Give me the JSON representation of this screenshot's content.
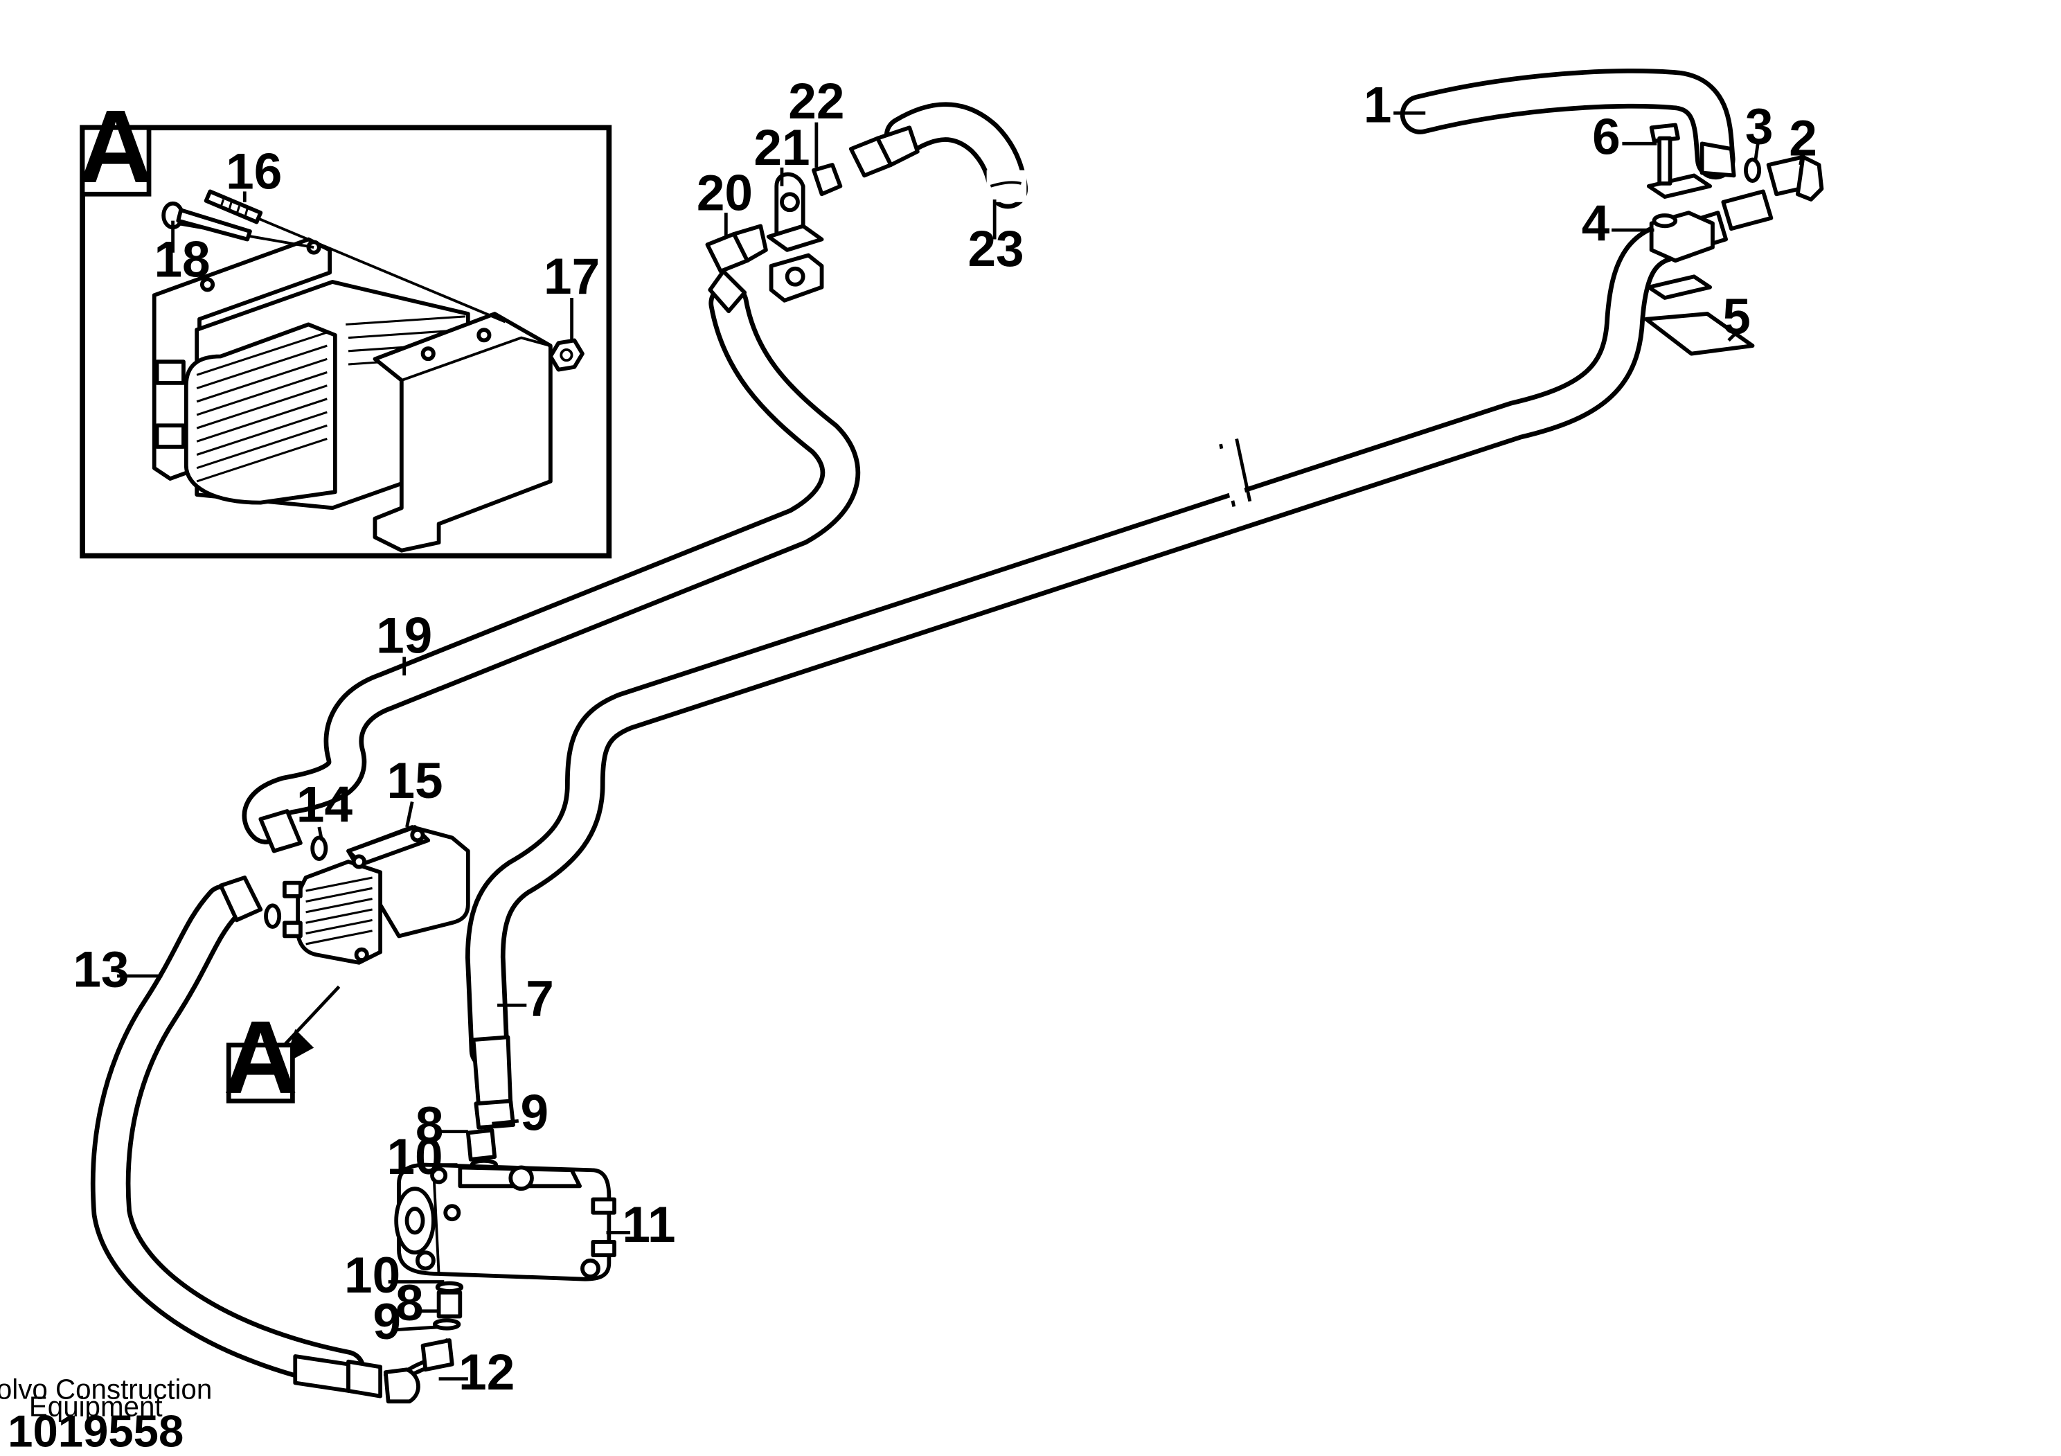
{
  "detail_box": {
    "label": "A"
  },
  "view_callout": {
    "label": "A"
  },
  "callouts": [
    {
      "id": "c1",
      "text": "1"
    },
    {
      "id": "c2",
      "text": "2"
    },
    {
      "id": "c3",
      "text": "3"
    },
    {
      "id": "c4",
      "text": "4"
    },
    {
      "id": "c5",
      "text": "5"
    },
    {
      "id": "c6",
      "text": "6"
    },
    {
      "id": "c7",
      "text": "7"
    },
    {
      "id": "c8a",
      "text": "8"
    },
    {
      "id": "c8b",
      "text": "8"
    },
    {
      "id": "c9a",
      "text": "9"
    },
    {
      "id": "c9b",
      "text": "9"
    },
    {
      "id": "c10a",
      "text": "10"
    },
    {
      "id": "c10b",
      "text": "10"
    },
    {
      "id": "c11",
      "text": "11"
    },
    {
      "id": "c12",
      "text": "12"
    },
    {
      "id": "c13",
      "text": "13"
    },
    {
      "id": "c14",
      "text": "14"
    },
    {
      "id": "c15",
      "text": "15"
    },
    {
      "id": "c16",
      "text": "16"
    },
    {
      "id": "c17",
      "text": "17"
    },
    {
      "id": "c18",
      "text": "18"
    },
    {
      "id": "c19",
      "text": "19"
    },
    {
      "id": "c20",
      "text": "20"
    },
    {
      "id": "c21",
      "text": "21"
    },
    {
      "id": "c22",
      "text": "22"
    },
    {
      "id": "c23",
      "text": "23"
    }
  ],
  "footer": {
    "company_line1": "Volvo Construction",
    "company_line2": "Equipment",
    "document_number": "1019558"
  }
}
